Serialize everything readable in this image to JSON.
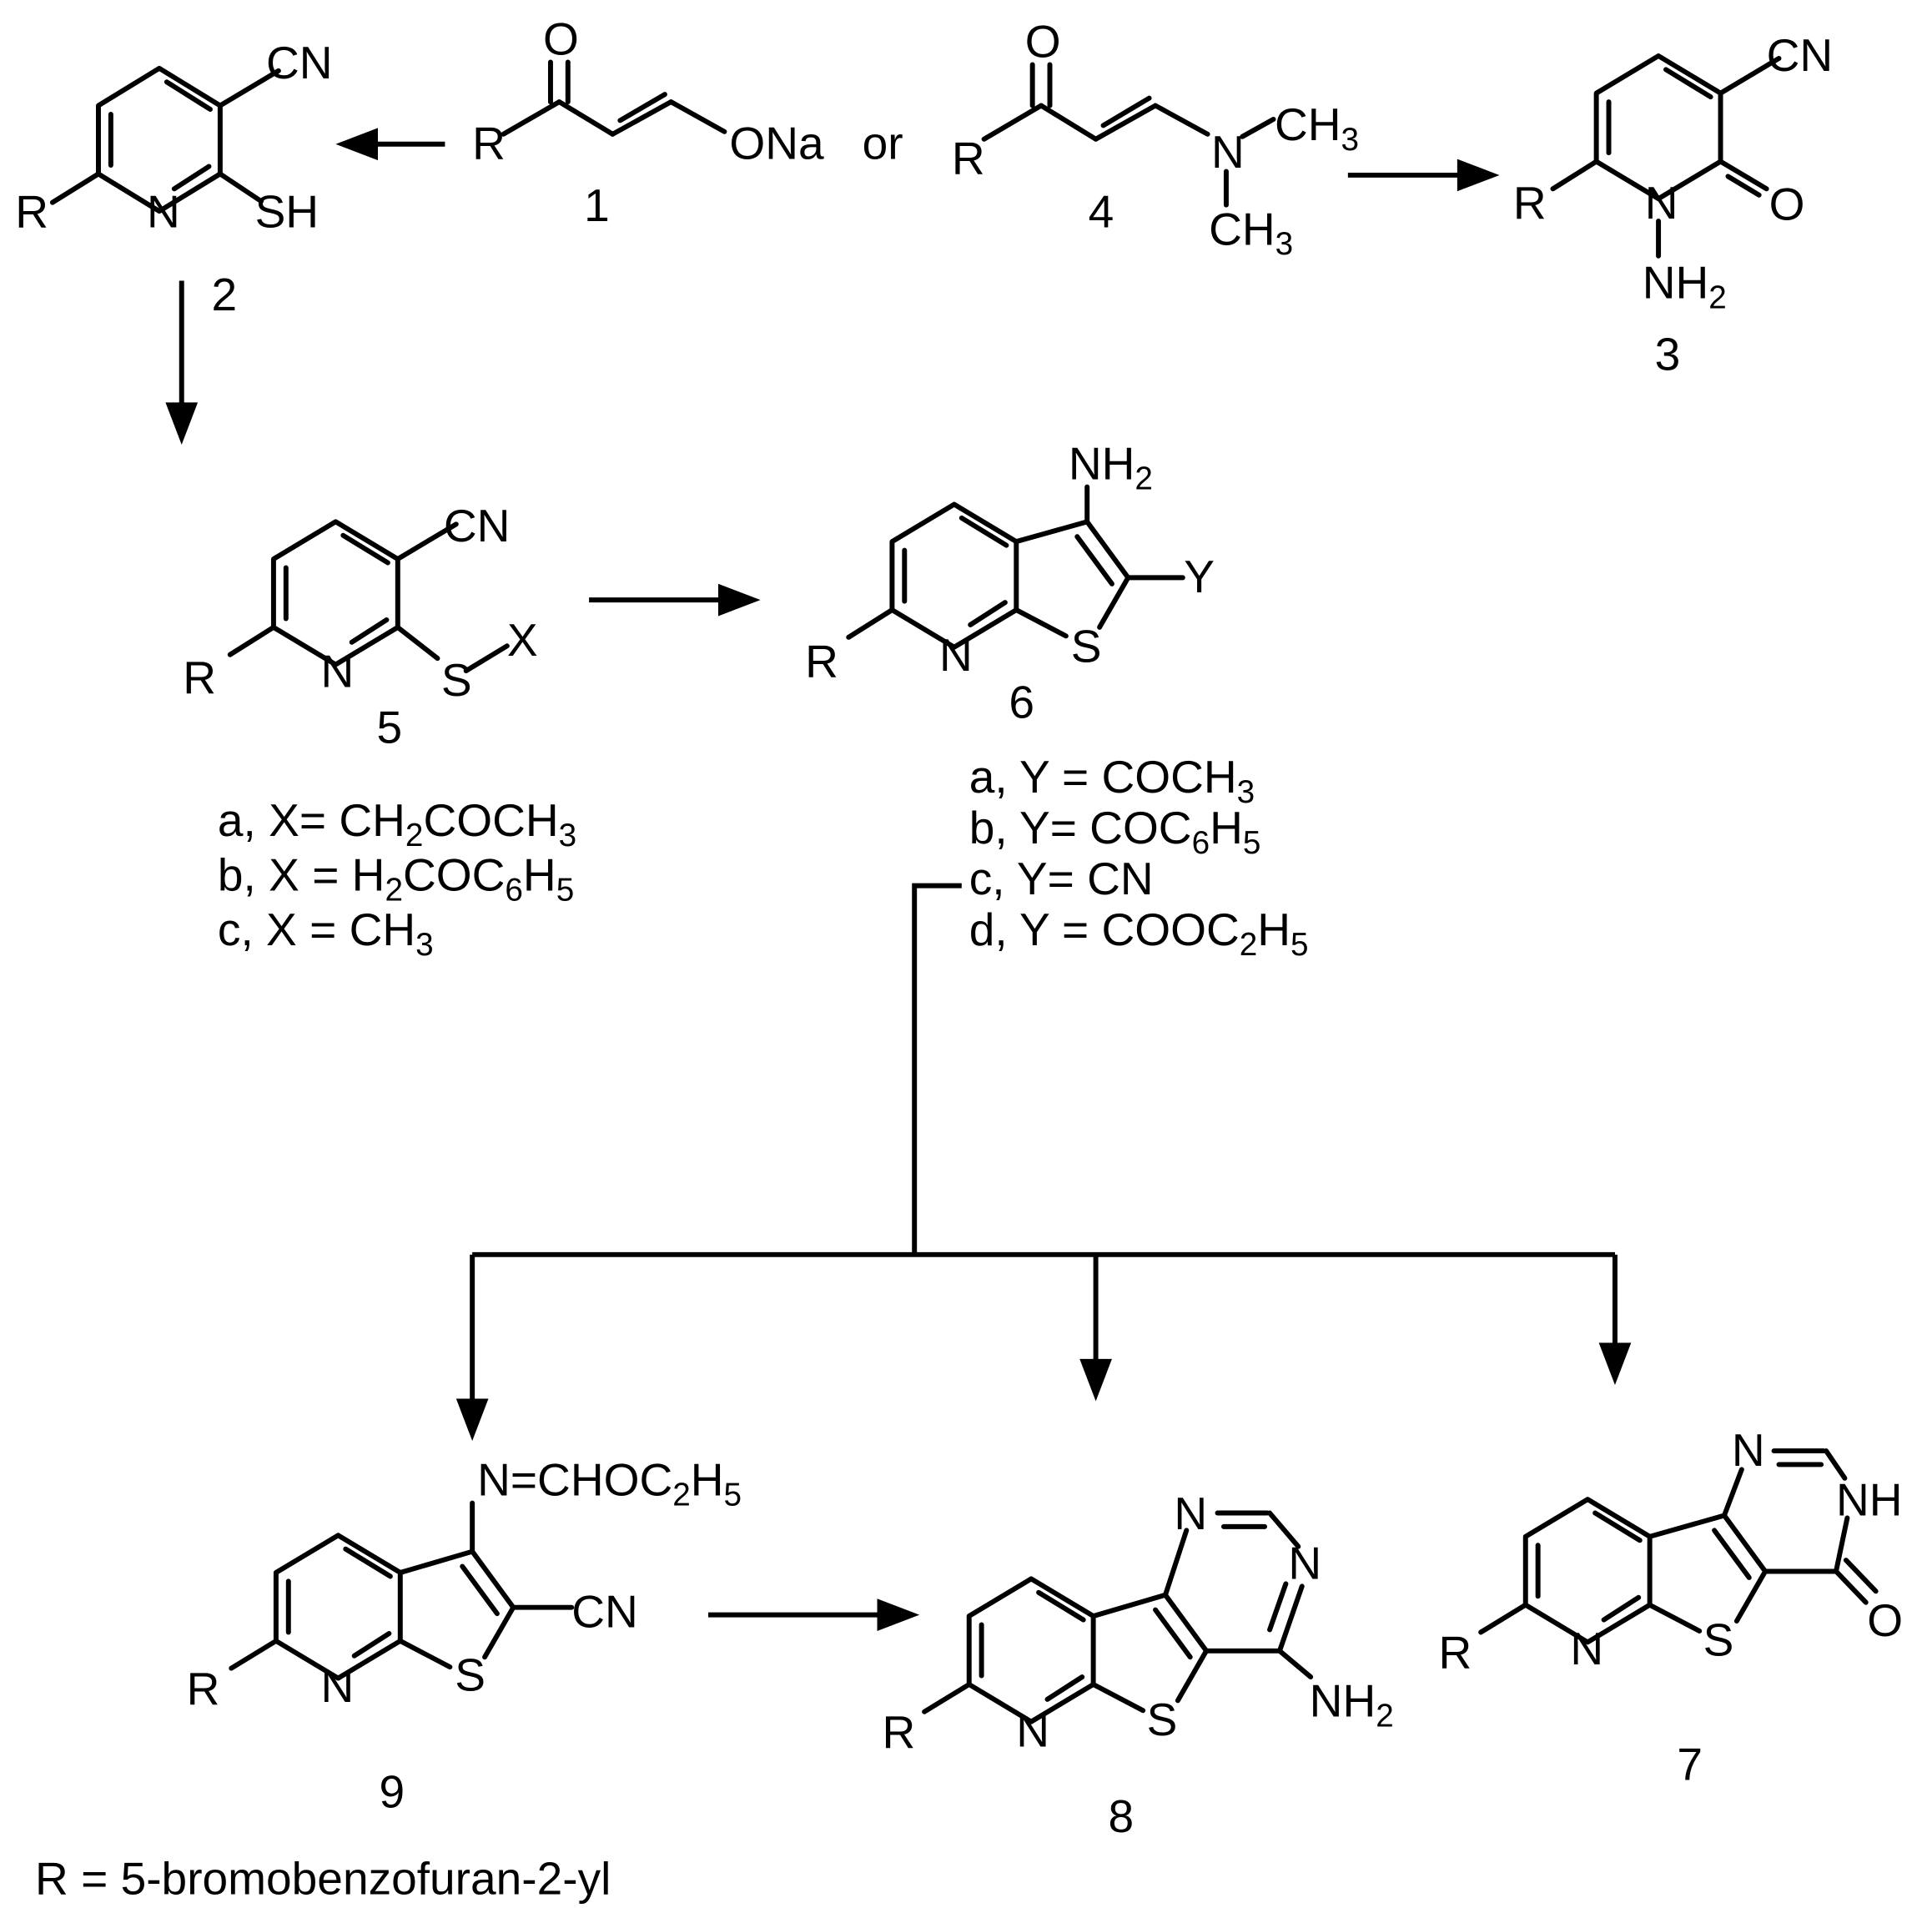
{
  "scheme": {
    "or_text": "or",
    "r_definition": "R = 5-bromobenzofuran-2-yl"
  },
  "compounds": {
    "c1": {
      "number": "1"
    },
    "c2": {
      "number": "2"
    },
    "c3": {
      "number": "3"
    },
    "c4": {
      "number": "4"
    },
    "c5": {
      "number": "5",
      "variants": [
        {
          "letter": "a",
          "prefix": "X=",
          "formula": [
            [
              "CH",
              ""
            ],
            [
              "2",
              "sub"
            ],
            [
              "COCH",
              ""
            ],
            [
              "3",
              "sub"
            ]
          ]
        },
        {
          "letter": "b",
          "prefix": "X =",
          "formula": [
            [
              "H",
              ""
            ],
            [
              "2",
              "sub"
            ],
            [
              "COC",
              ""
            ],
            [
              "6",
              "sub"
            ],
            [
              "H",
              ""
            ],
            [
              "5",
              "sub"
            ]
          ]
        },
        {
          "letter": "c",
          "prefix": "X =",
          "formula": [
            [
              "CH",
              ""
            ],
            [
              "3",
              "sub"
            ]
          ]
        }
      ]
    },
    "c6": {
      "number": "6",
      "variants": [
        {
          "letter": "a",
          "prefix": "Y =",
          "formula": [
            [
              "COCH",
              ""
            ],
            [
              "3",
              "sub"
            ]
          ]
        },
        {
          "letter": "b",
          "prefix": "Y=",
          "formula": [
            [
              "COC",
              ""
            ],
            [
              "6",
              "sub"
            ],
            [
              "H",
              ""
            ],
            [
              "5",
              "sub"
            ]
          ]
        },
        {
          "letter": "c",
          "prefix": "Y=",
          "formula": [
            [
              "CN",
              ""
            ]
          ]
        },
        {
          "letter": "d",
          "prefix": "Y =",
          "formula": [
            [
              "COOC",
              ""
            ],
            [
              "2",
              "sub"
            ],
            [
              "H",
              ""
            ],
            [
              "5",
              "sub"
            ]
          ]
        }
      ]
    },
    "c7": {
      "number": "7"
    },
    "c8": {
      "number": "8"
    },
    "c9": {
      "number": "9"
    }
  },
  "atoms": {
    "r": "R",
    "n": "N",
    "s": "S",
    "o": "O",
    "sh": "SH",
    "cn": "CN",
    "ona": "ONa",
    "nh": "NH",
    "nh2": "NH",
    "ch3": "CH",
    "x": "X",
    "y": "Y",
    "imine": "N=CHOC",
    "imine_tail": "H",
    "sub_2": "2",
    "sub_3": "3",
    "sub_5": "5"
  }
}
